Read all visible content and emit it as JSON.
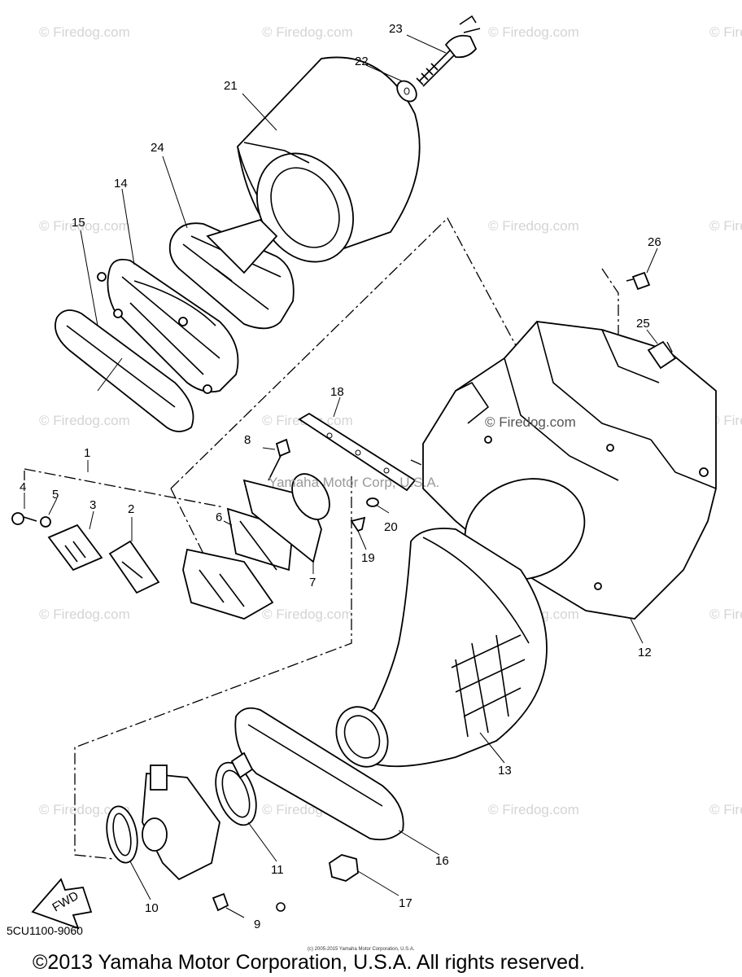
{
  "diagram": {
    "part_code": "5CU1100-9060",
    "copyright": "©2013 Yamaha Motor Corporation, U.S.A. All rights reserved.",
    "small_notice": "(c) 2005-2015 Yamaha Motor Corporation, U.S.A.",
    "overlay_text": "Yamaha Motor Corp, U.S.A.",
    "watermark": "© Firedog.com",
    "fwd_label": "FWD",
    "callouts": [
      "1",
      "2",
      "3",
      "4",
      "5",
      "6",
      "7",
      "8",
      "9",
      "10",
      "11",
      "12",
      "13",
      "14",
      "15",
      "16",
      "17",
      "18",
      "19",
      "20",
      "21",
      "22",
      "23",
      "24",
      "25",
      "26"
    ]
  }
}
